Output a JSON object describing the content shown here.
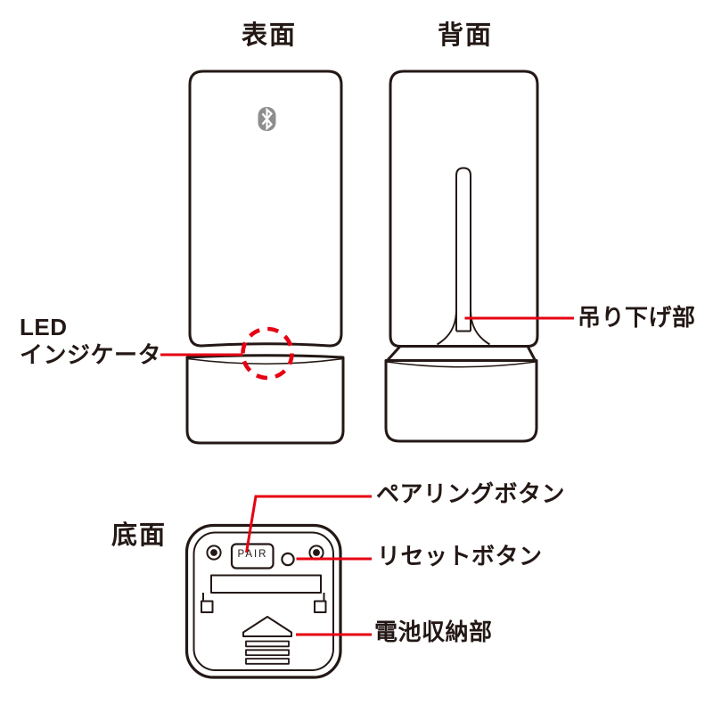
{
  "colors": {
    "line": "#231815",
    "red": "#e60012",
    "bluetooth_gray": "#8e8e8e"
  },
  "views": {
    "front": {
      "title": "表面"
    },
    "back": {
      "title": "背面"
    },
    "bottom": {
      "title": "底面"
    }
  },
  "callouts": {
    "led_indicator": {
      "line1": "LED",
      "line2": "インジケータ"
    },
    "hanging_part": {
      "label": "吊り下げ部"
    },
    "pairing_button": {
      "label": "ペアリングボタン"
    },
    "reset_button": {
      "label": "リセットボタン"
    },
    "battery_compartment": {
      "label": "電池収納部"
    }
  },
  "device": {
    "pair_button_text": "PAIR"
  },
  "icons": {
    "bluetooth": "bluetooth-icon",
    "eject_arrow": "eject-arrow-icon"
  }
}
